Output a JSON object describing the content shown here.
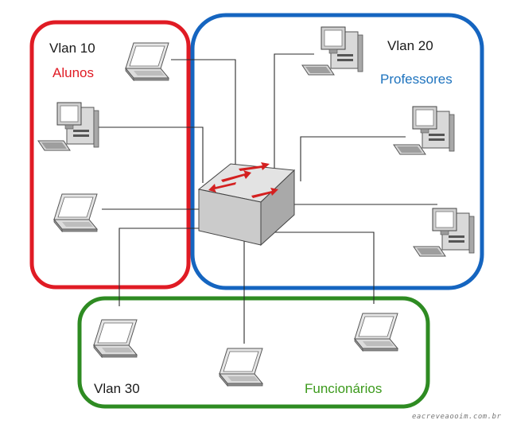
{
  "groups": {
    "vlan10": {
      "title": "Vlan 10",
      "name": "Alunos",
      "color": "#e01b24",
      "name_color": "#e01b24"
    },
    "vlan20": {
      "title": "Vlan 20",
      "name": "Professores",
      "color": "#1565c0",
      "name_color": "#1e73be"
    },
    "vlan30": {
      "title": "Vlan 30",
      "name": "Funcionários",
      "color": "#2e8b22",
      "name_color": "#3c9a1c"
    }
  },
  "devices": {
    "switch": {
      "icon": "network-switch-icon"
    },
    "laptop": {
      "icon": "laptop-icon"
    },
    "desktop": {
      "icon": "desktop-computer-icon"
    }
  },
  "watermark": "eacreveaooim.com.br"
}
